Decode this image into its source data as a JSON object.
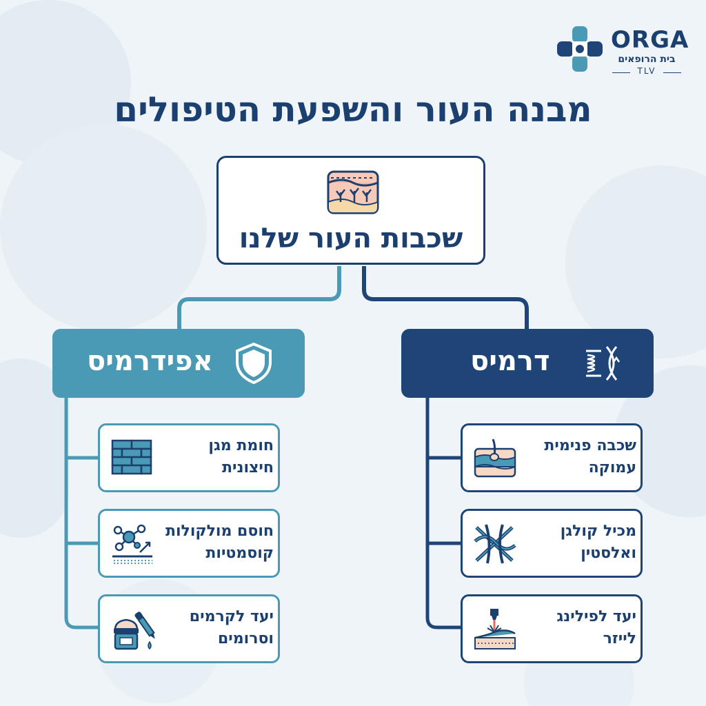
{
  "logo": {
    "word": "ORGA",
    "sub": "בית הרופאים",
    "city": "TLV"
  },
  "title": "מבנה העור והשפעת הטיפולים",
  "root": {
    "label": "שכבות העור שלנו",
    "icon": "skin-layers-icon"
  },
  "epidermis": {
    "label": "אפידרמיס",
    "icon": "shield-icon",
    "color": "#4a9ab5",
    "items": [
      {
        "line1": "חומת מגן",
        "line2": "חיצונית",
        "icon": "brick-wall-icon"
      },
      {
        "line1": "חוסם מולקולות",
        "line2": "קוסמטיות",
        "icon": "molecule-barrier-icon"
      },
      {
        "line1": "יעד לקרמים",
        "line2": "וסרומים",
        "icon": "cream-dropper-icon"
      }
    ]
  },
  "dermis": {
    "label": "דרמיס",
    "icon": "fiber-spring-icon",
    "color": "#1e4478",
    "items": [
      {
        "line1": "שכבה פנימית",
        "line2": "עמוקה",
        "icon": "skin-hair-cross-section-icon"
      },
      {
        "line1": "מכיל קולגן",
        "line2": "ואלסטין",
        "icon": "collagen-fibers-icon"
      },
      {
        "line1": "יעד לפילינג",
        "line2": "לייזר",
        "icon": "laser-beam-icon"
      }
    ]
  }
}
